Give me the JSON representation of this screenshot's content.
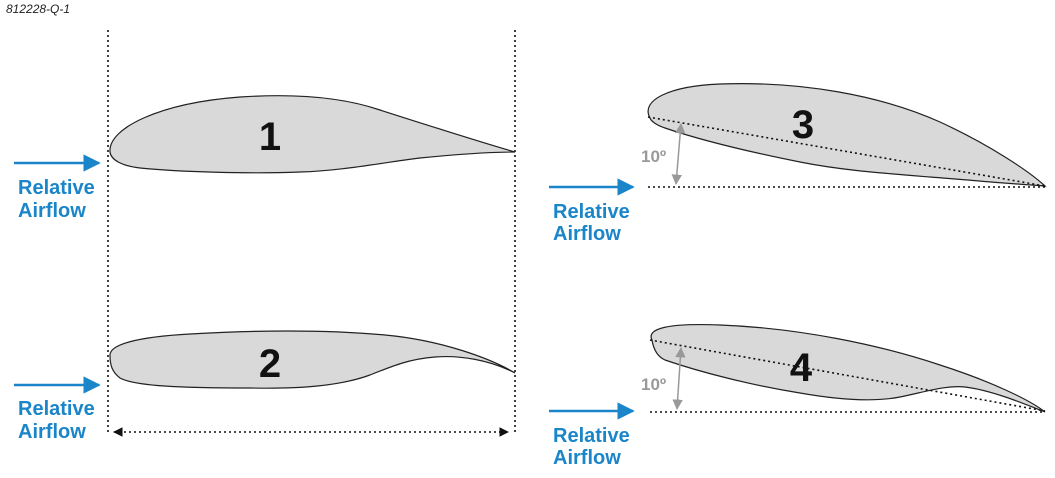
{
  "figure_id": "812228-Q-1",
  "colors": {
    "arrow": "#1a85c8",
    "angle_marker": "#999999",
    "airfoil_fill": "#d9d9d9",
    "outline": "#222222"
  },
  "airflow_label": {
    "line1": "Relative",
    "line2": "Airflow"
  },
  "angle_label": "10º",
  "airfoils": [
    {
      "number": "1"
    },
    {
      "number": "2"
    },
    {
      "number": "3"
    },
    {
      "number": "4"
    }
  ]
}
